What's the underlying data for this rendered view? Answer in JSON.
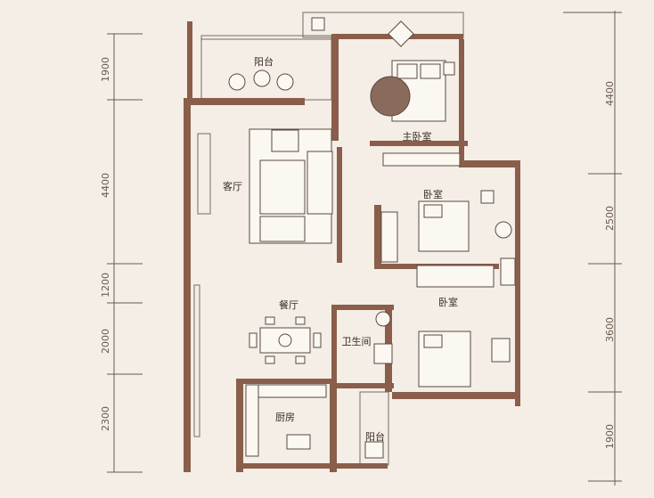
{
  "rooms": {
    "balcony_top": "阳台",
    "master_bedroom": "主卧室",
    "living_room": "客厅",
    "bedroom_1": "卧室",
    "bedroom_2": "卧室",
    "dining_room": "餐厅",
    "bathroom": "卫生间",
    "kitchen": "厨房",
    "balcony_bottom": "阳台"
  },
  "dimensions": {
    "left": [
      "1900",
      "4400",
      "1200",
      "2000",
      "2300"
    ],
    "right": [
      "4400",
      "2500",
      "3600",
      "1900"
    ]
  },
  "colors": {
    "background": "#f4eee6",
    "wall": "#8a5e4a",
    "line": "#7a6a60",
    "text": "#3a2d25"
  }
}
